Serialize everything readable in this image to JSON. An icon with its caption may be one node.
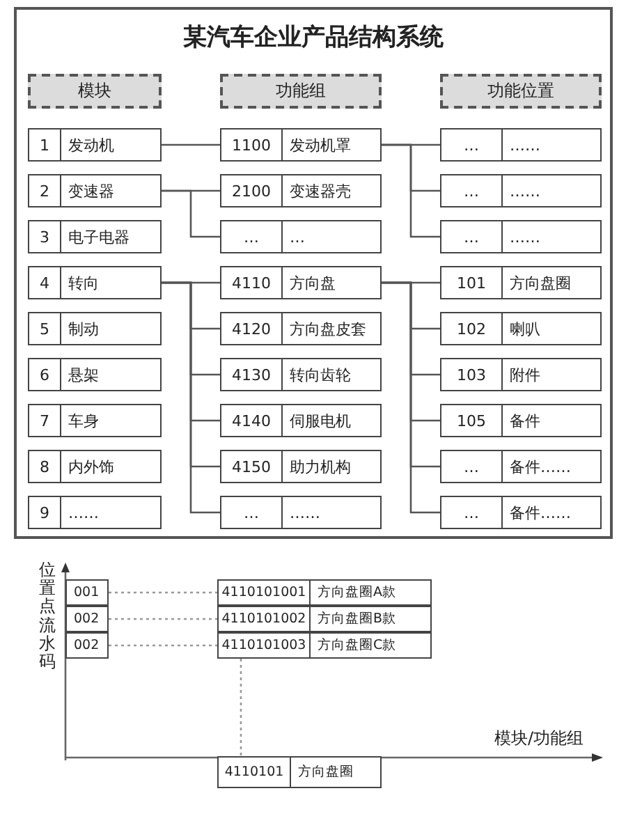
{
  "diagram": {
    "title": "某汽车企业产品结构系统",
    "nodes": [
      {
        "text": [
          "模块"
        ]
      },
      {
        "text": [
          "功能组"
        ]
      },
      {
        "text": [
          "功能位置"
        ]
      },
      {
        "text": [
          "1",
          "发动机"
        ]
      },
      {
        "text": [
          "2",
          "变速器"
        ]
      },
      {
        "text": [
          "3",
          "电子电器"
        ]
      },
      {
        "text": [
          "4",
          "转向"
        ]
      },
      {
        "text": [
          "5",
          "制动"
        ]
      },
      {
        "text": [
          "6",
          "悬架"
        ]
      },
      {
        "text": [
          "7",
          "车身"
        ]
      },
      {
        "text": [
          "8",
          "内外饰"
        ]
      },
      {
        "text": [
          "9",
          "……"
        ]
      },
      {
        "text": [
          "1100",
          "发动机罩"
        ]
      },
      {
        "text": [
          "2100",
          "变速器壳"
        ]
      },
      {
        "text": [
          "…",
          "…"
        ]
      },
      {
        "text": [
          "4110",
          "方向盘"
        ]
      },
      {
        "text": [
          "4120",
          "方向盘皮套"
        ]
      },
      {
        "text": [
          "4130",
          "转向齿轮"
        ]
      },
      {
        "text": [
          "4140",
          "伺服电机"
        ]
      },
      {
        "text": [
          "4150",
          "助力机构"
        ]
      },
      {
        "text": [
          "…",
          "……"
        ]
      },
      {
        "text": [
          "…",
          "……"
        ]
      },
      {
        "text": [
          "…",
          "……"
        ]
      },
      {
        "text": [
          "…",
          "……"
        ]
      },
      {
        "text": [
          "101",
          "方向盘圈"
        ]
      },
      {
        "text": [
          "102",
          "喇叭"
        ]
      },
      {
        "text": [
          "103",
          "附件"
        ]
      },
      {
        "text": [
          "105",
          "备件"
        ]
      },
      {
        "text": [
          "…",
          "备件……"
        ]
      },
      {
        "text": [
          "…",
          "备件……"
        ]
      },
      {
        "text": [
          "001"
        ]
      },
      {
        "text": [
          "002"
        ]
      },
      {
        "text": [
          "002"
        ]
      },
      {
        "text": [
          "4110101001",
          "方向盘圈A款"
        ]
      },
      {
        "text": [
          "4110101002",
          "方向盘圈B款"
        ]
      },
      {
        "text": [
          "4110101003",
          "方向盘圈C款"
        ]
      },
      {
        "text": [
          "4110101",
          "方向盘圈"
        ]
      }
    ],
    "edges": [
      {
        "from": 3,
        "to": 12,
        "arrow": "none"
      },
      {
        "from": 4,
        "to": 13,
        "arrow": "none"
      },
      {
        "from": 4,
        "to": 14,
        "arrow": "none"
      },
      {
        "from": 6,
        "to": 15,
        "arrow": "none"
      },
      {
        "from": 6,
        "to": 16,
        "arrow": "none"
      },
      {
        "from": 6,
        "to": 17,
        "arrow": "none"
      },
      {
        "from": 6,
        "to": 18,
        "arrow": "none"
      },
      {
        "from": 6,
        "to": 19,
        "arrow": "none"
      },
      {
        "from": 6,
        "to": 20,
        "arrow": "none"
      },
      {
        "from": 12,
        "to": 21,
        "arrow": "none"
      },
      {
        "from": 12,
        "to": 22,
        "arrow": "none"
      },
      {
        "from": 12,
        "to": 23,
        "arrow": "none"
      },
      {
        "from": 15,
        "to": 24,
        "arrow": "none"
      },
      {
        "from": 15,
        "to": 25,
        "arrow": "none"
      },
      {
        "from": 15,
        "to": 26,
        "arrow": "none"
      },
      {
        "from": 15,
        "to": 27,
        "arrow": "none"
      },
      {
        "from": 15,
        "to": 28,
        "arrow": "none"
      },
      {
        "from": 15,
        "to": 29,
        "arrow": "none"
      },
      {
        "from": 30,
        "to": 33,
        "arrow": "none",
        "style": "dashed",
        "color": "#999999"
      },
      {
        "from": 31,
        "to": 34,
        "arrow": "none",
        "style": "dashed",
        "color": "#999999"
      },
      {
        "from": 32,
        "to": 35,
        "arrow": "none",
        "style": "dashed",
        "color": "#999999"
      },
      {
        "from": 35,
        "to": 36,
        "arrow": "none",
        "style": "dashed",
        "color": "#999999"
      }
    ],
    "labels": [
      "位置点流水码",
      "模块/功能组"
    ]
  }
}
